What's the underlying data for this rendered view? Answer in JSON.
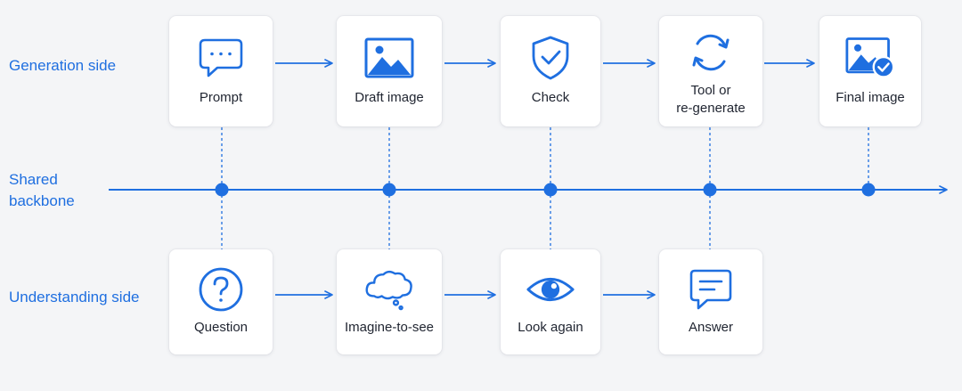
{
  "row_labels": {
    "generation": "Generation side",
    "shared": "Shared\nbackbone",
    "understanding": "Understanding side"
  },
  "generation_steps": [
    {
      "label": "Prompt",
      "icon": "chat-bubble-icon"
    },
    {
      "label": "Draft image",
      "icon": "image-icon"
    },
    {
      "label": "Check",
      "icon": "shield-check-icon"
    },
    {
      "label": "Tool or\nre-generate",
      "icon": "refresh-icon"
    },
    {
      "label": "Final image",
      "icon": "image-check-icon"
    }
  ],
  "understanding_steps": [
    {
      "label": "Question",
      "icon": "question-circle-icon"
    },
    {
      "label": "Imagine-to-see",
      "icon": "thought-cloud-icon"
    },
    {
      "label": "Look again",
      "icon": "eye-icon"
    },
    {
      "label": "Answer",
      "icon": "message-icon"
    }
  ],
  "colors": {
    "accent": "#1f6fe0",
    "card_bg": "#ffffff",
    "background": "#f4f5f7",
    "text": "#1f2430"
  }
}
